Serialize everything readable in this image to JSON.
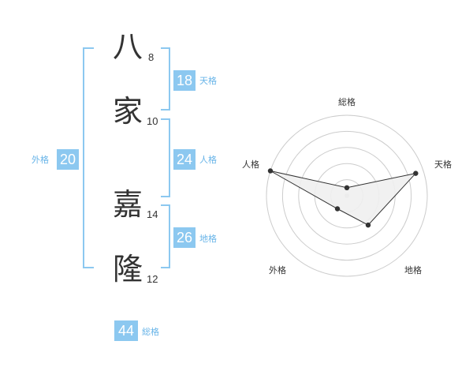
{
  "name": {
    "characters": [
      {
        "char": "八",
        "strokes": "8"
      },
      {
        "char": "家",
        "strokes": "10"
      },
      {
        "char": "嘉",
        "strokes": "14"
      },
      {
        "char": "隆",
        "strokes": "12"
      }
    ]
  },
  "scores": {
    "tenkaku": {
      "value": "18",
      "label": "天格"
    },
    "jinkaku": {
      "value": "24",
      "label": "人格"
    },
    "chikaku": {
      "value": "26",
      "label": "地格"
    },
    "gaikaku": {
      "value": "20",
      "label": "外格"
    },
    "soukaku": {
      "value": "44",
      "label": "総格"
    }
  },
  "radar": {
    "axes": [
      "総格",
      "天格",
      "地格",
      "外格",
      "人格"
    ],
    "levels": [
      0.1,
      0.9,
      0.45,
      0.2,
      1.0
    ],
    "colors": {
      "fill": "#efefef",
      "stroke": "#333333",
      "grid": "#cccccc",
      "accent": "#8cc8f0",
      "accent_text": "#68b4e8"
    }
  }
}
